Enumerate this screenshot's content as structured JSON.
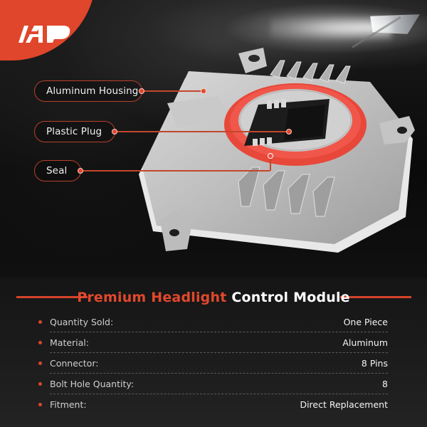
{
  "brand": {
    "logo_text": "A-P",
    "accent_color": "#e0462b"
  },
  "product_image": {
    "subject": "headlight-control-module",
    "callouts": [
      {
        "label": "Aluminum Housing"
      },
      {
        "label": "Plastic Plug"
      },
      {
        "label": "Seal"
      }
    ]
  },
  "title": {
    "accent": "Premium Headlight",
    "rest": "Control Module"
  },
  "specs": [
    {
      "label": "Quantity Sold:",
      "value": "One Piece"
    },
    {
      "label": "Material:",
      "value": "Aluminum"
    },
    {
      "label": "Connector:",
      "value": "8 Pins"
    },
    {
      "label": "Bolt Hole Quantity:",
      "value": "8"
    },
    {
      "label": "Fitment:",
      "value": "Direct Replacement"
    }
  ]
}
